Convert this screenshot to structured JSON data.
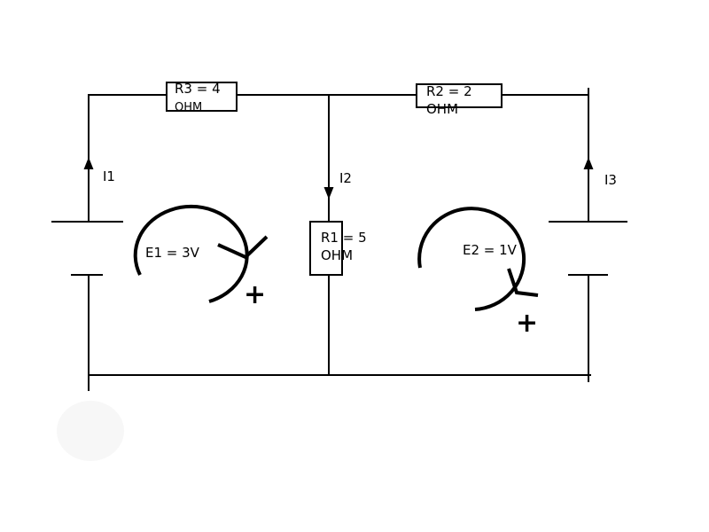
{
  "components": {
    "r3": {
      "line1": "R3 = 4",
      "line2": "OHM"
    },
    "r2": {
      "line1": "R2 = 2",
      "line2": "OHM"
    },
    "r1": {
      "line1": "R1 = 5",
      "line2": "OHM"
    },
    "e1": {
      "label": "E1 = 3V",
      "polarity": "+"
    },
    "e2": {
      "label": "E2 = 1V",
      "polarity": "+"
    }
  },
  "currents": {
    "i1": "I1",
    "i2": "I2",
    "i3": "I3"
  },
  "colors": {
    "ink": "#000000",
    "background": "#ffffff"
  }
}
